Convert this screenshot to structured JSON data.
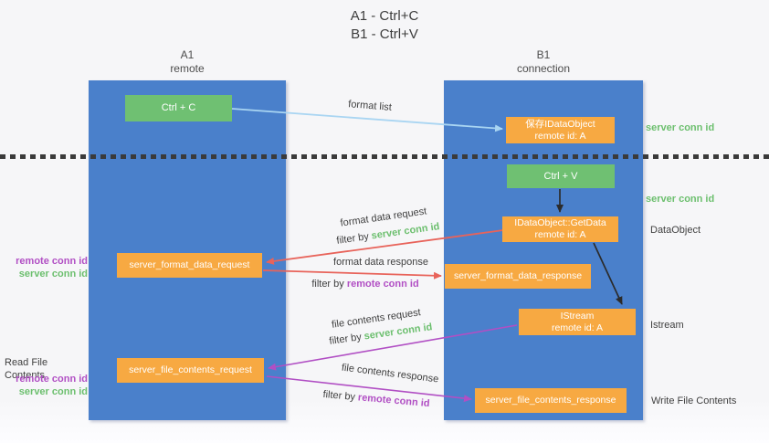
{
  "title": {
    "line1": "A1 - Ctrl+C",
    "line2": "B1 - Ctrl+V"
  },
  "lanes": {
    "left": {
      "title": "A1",
      "subtitle": "remote"
    },
    "right": {
      "title": "B1",
      "subtitle": "connection"
    }
  },
  "nodes": {
    "ctrl_c": {
      "label": "Ctrl + C"
    },
    "ctrl_v": {
      "label": "Ctrl + V"
    },
    "save_idataobject": {
      "line1": "保存IDataObject",
      "line2": "remote id: A"
    },
    "getdata": {
      "line1": "IDataObject::GetData",
      "line2": "remote id: A"
    },
    "istream": {
      "line1": "IStream",
      "line2": "remote id: A"
    },
    "server_format_data_request": {
      "label": "server_format_data_request"
    },
    "server_format_data_response": {
      "label": "server_format_data_response"
    },
    "server_file_contents_request": {
      "label": "server_file_contents_request"
    },
    "server_file_contents_response": {
      "label": "server_file_contents_response"
    }
  },
  "arrows": {
    "format_list": {
      "label": "format list"
    },
    "format_data_request": {
      "label": "format data request",
      "filter_prefix": "filter by ",
      "filter_key": "server conn id"
    },
    "format_data_response": {
      "label": "format data response",
      "filter_prefix": "filter by ",
      "filter_key": "remote conn id"
    },
    "file_contents_request": {
      "label": "file contents request",
      "filter_prefix": "filter by ",
      "filter_key": "server conn id"
    },
    "file_contents_response": {
      "label": "file contents response",
      "filter_prefix": "filter by ",
      "filter_key": "remote conn id"
    }
  },
  "side_labels": {
    "server_conn_id_top": "server conn id",
    "server_conn_id_mid": "server conn id",
    "dataobject": "DataObject",
    "istream": "Istream",
    "write_file_contents": "Write File Contents",
    "read_file_contents": "Read File Contents",
    "left_mid": {
      "remote": "remote conn id",
      "server": "server conn id"
    },
    "left_bottom": {
      "remote": "remote conn id",
      "server": "server conn id"
    }
  },
  "colors": {
    "lane_blue": "#4a80cb",
    "button_green": "#6fc072",
    "box_orange": "#f7a942",
    "green_text": "#6cbf6e",
    "purple_text": "#b14fc4",
    "red_arrow": "#e8635a",
    "light_blue_arrow": "#a9d5f2",
    "black_arrow": "#2b2b2b"
  }
}
